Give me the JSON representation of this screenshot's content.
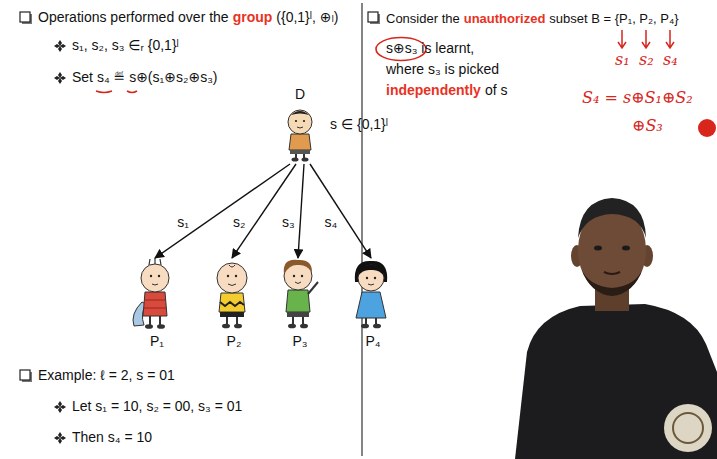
{
  "diagram": {
    "nodes": [
      {
        "text": [
          "D",
          "s ∈ {0,1}ˡ"
        ]
      },
      {
        "text": [
          "P₁"
        ]
      },
      {
        "text": [
          "P₂"
        ]
      },
      {
        "text": [
          "P₃"
        ]
      },
      {
        "text": [
          "P₄"
        ]
      }
    ],
    "edges": [
      {
        "from": 0,
        "to": 1,
        "label": "s₁",
        "arrow": "to"
      },
      {
        "from": 0,
        "to": 2,
        "label": "s₂",
        "arrow": "to"
      },
      {
        "from": 0,
        "to": 3,
        "label": "s₃",
        "arrow": "to"
      },
      {
        "from": 0,
        "to": 4,
        "label": "s₄",
        "arrow": "to"
      }
    ],
    "labels": [
      "Operations performed over the",
      "group",
      "({0,1}ˡ, ⊕ₗ)",
      "s₁, s₂, s₃ ∈ᵣ {0,1}ˡ",
      "Set s₄ ≝ s⊕(s₁⊕s₂⊕s₃)",
      "Example: ℓ = 2, s = 01",
      "Let s₁ = 10, s₂ = 00, s₃ = 01",
      "Then s₄ = 10",
      "Consider the",
      "unauthorized",
      "subset B = {P₁, P₂, P₄}",
      "s⊕s₃ is learnt,",
      "where s₃ is picked",
      "independently",
      "of s",
      "s₁",
      "s₂",
      "s₄",
      "S₄ = s⊕S₁⊕S₂",
      "⊕S₃"
    ]
  }
}
